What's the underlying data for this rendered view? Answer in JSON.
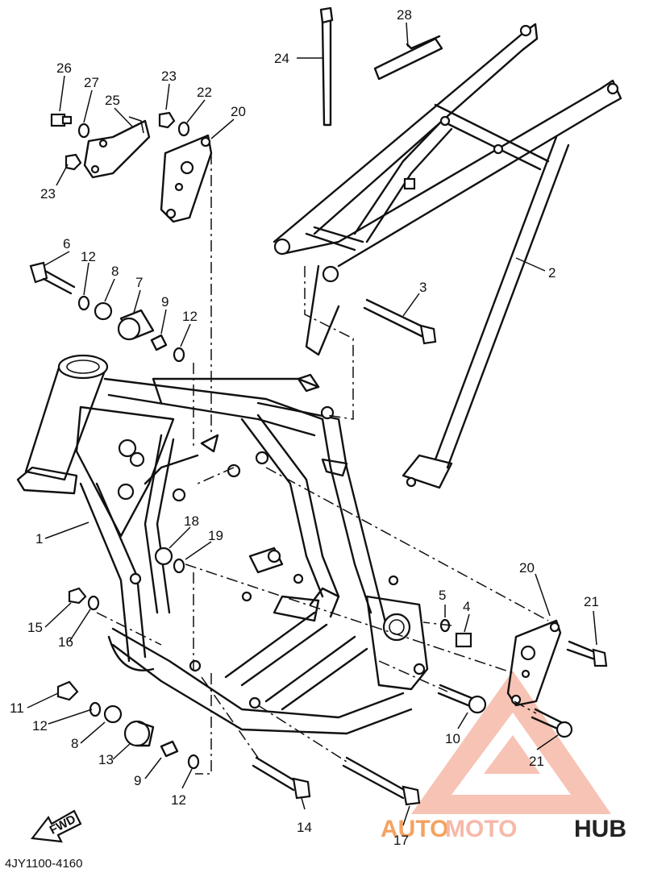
{
  "diagram": {
    "drawing_code": "4JY1100-4160",
    "fwd_label": "FWD",
    "watermark": {
      "auto": "AUTO",
      "moto": "MOTO",
      "hub": "HUB",
      "color_light": "#f6b9a8",
      "color_accent": "#f4a261",
      "color_dark": "#222222"
    },
    "part_labels": [
      {
        "id": "26",
        "text": "26"
      },
      {
        "id": "27",
        "text": "27"
      },
      {
        "id": "25",
        "text": "25"
      },
      {
        "id": "23a",
        "text": "23"
      },
      {
        "id": "22",
        "text": "22"
      },
      {
        "id": "20a",
        "text": "20"
      },
      {
        "id": "23b",
        "text": "23"
      },
      {
        "id": "24",
        "text": "24"
      },
      {
        "id": "28",
        "text": "28"
      },
      {
        "id": "2",
        "text": "2"
      },
      {
        "id": "3",
        "text": "3"
      },
      {
        "id": "6",
        "text": "6"
      },
      {
        "id": "12a",
        "text": "12"
      },
      {
        "id": "8a",
        "text": "8"
      },
      {
        "id": "7",
        "text": "7"
      },
      {
        "id": "9a",
        "text": "9"
      },
      {
        "id": "12b",
        "text": "12"
      },
      {
        "id": "1",
        "text": "1"
      },
      {
        "id": "18",
        "text": "18"
      },
      {
        "id": "19",
        "text": "19"
      },
      {
        "id": "15",
        "text": "15"
      },
      {
        "id": "16",
        "text": "16"
      },
      {
        "id": "5",
        "text": "5"
      },
      {
        "id": "4",
        "text": "4"
      },
      {
        "id": "20b",
        "text": "20"
      },
      {
        "id": "21a",
        "text": "21"
      },
      {
        "id": "11",
        "text": "11"
      },
      {
        "id": "12c",
        "text": "12"
      },
      {
        "id": "8b",
        "text": "8"
      },
      {
        "id": "13",
        "text": "13"
      },
      {
        "id": "9b",
        "text": "9"
      },
      {
        "id": "12d",
        "text": "12"
      },
      {
        "id": "10",
        "text": "10"
      },
      {
        "id": "21b",
        "text": "21"
      },
      {
        "id": "14",
        "text": "14"
      },
      {
        "id": "17",
        "text": "17"
      }
    ]
  }
}
